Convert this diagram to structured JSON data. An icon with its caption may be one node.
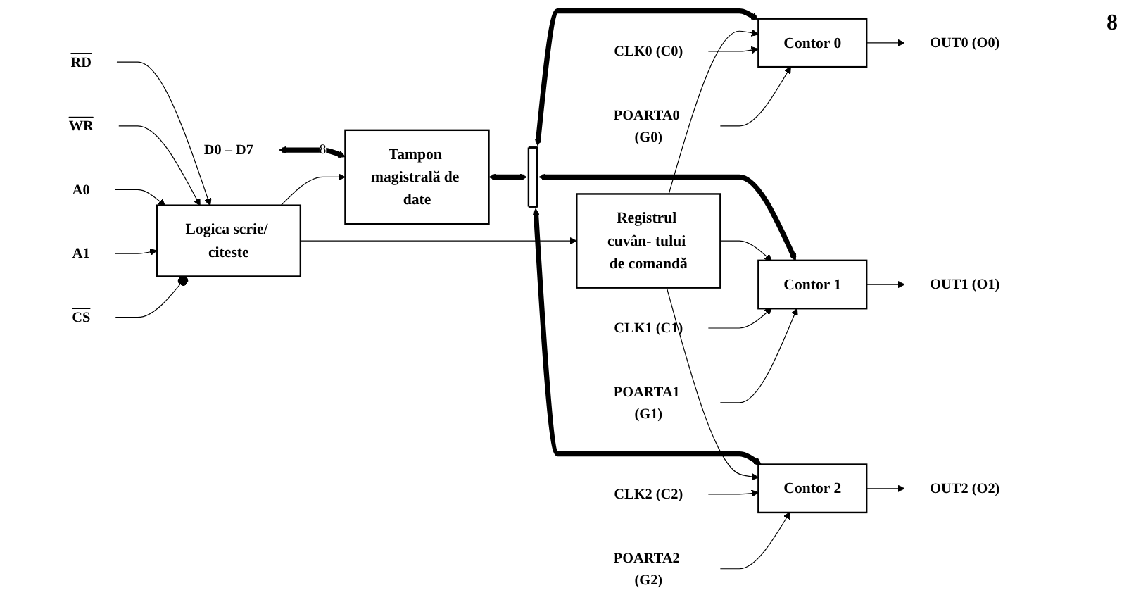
{
  "diagram": {
    "nodes": [
      {
        "text": [
          "D0 – D7"
        ]
      },
      {
        "text": [
          "Tampon magistrală de date"
        ]
      },
      {
        "text": [],
        "shape": "bar"
      },
      {
        "text": [
          "Contor 0"
        ]
      },
      {
        "text": [
          "CLK0 (C0)"
        ]
      },
      {
        "text": [
          "POARTA0 (G0)"
        ]
      },
      {
        "text": [
          "OUT0 (O0)"
        ]
      },
      {
        "text": [
          "RD"
        ]
      },
      {
        "text": [
          "WR"
        ]
      },
      {
        "text": [
          "A0"
        ]
      },
      {
        "text": [
          "A1"
        ]
      },
      {
        "text": [
          "Logica scrie/ citeste"
        ]
      },
      {
        "text": [
          "CS"
        ]
      },
      {
        "text": [
          "Registrul cuvân- tului de comandă"
        ]
      },
      {
        "text": [
          "Contor 1"
        ]
      },
      {
        "text": [
          "CLK1 (C1)"
        ]
      },
      {
        "text": [
          "POARTA1 (G1)"
        ]
      },
      {
        "text": [
          "OUT1 (O1)"
        ]
      },
      {
        "text": [
          "Contor 2"
        ]
      },
      {
        "text": [
          "CLK2 (C2)"
        ]
      },
      {
        "text": [
          "POARTA2 (G2)"
        ]
      },
      {
        "text": [
          "OUT2 (O2)"
        ]
      }
    ],
    "edges": [
      {
        "from": 0,
        "to": 1,
        "arrow": "both",
        "label": "8",
        "style": "thick"
      },
      {
        "from": 1,
        "to": 2,
        "arrow": "both",
        "style": "thick"
      },
      {
        "from": 11,
        "to": 1,
        "arrow": "to"
      },
      {
        "from": 7,
        "to": 11,
        "arrow": "to"
      },
      {
        "from": 8,
        "to": 11,
        "arrow": "to"
      },
      {
        "from": 9,
        "to": 11,
        "arrow": "to"
      },
      {
        "from": 10,
        "to": 11,
        "arrow": "to"
      },
      {
        "from": 12,
        "to": 11,
        "arrow": "other"
      },
      {
        "from": 11,
        "to": 13,
        "arrow": "to"
      },
      {
        "from": 2,
        "to": 3,
        "arrow": "both",
        "style": "thick"
      },
      {
        "from": 2,
        "to": 14,
        "arrow": "both",
        "style": "thick"
      },
      {
        "from": 2,
        "to": 18,
        "arrow": "both",
        "style": "thick"
      },
      {
        "from": 13,
        "to": 3,
        "arrow": "to"
      },
      {
        "from": 13,
        "to": 14,
        "arrow": "to"
      },
      {
        "from": 13,
        "to": 18,
        "arrow": "to"
      },
      {
        "from": 4,
        "to": 3,
        "arrow": "to"
      },
      {
        "from": 5,
        "to": 3,
        "arrow": "to"
      },
      {
        "from": 3,
        "to": 6,
        "arrow": "to"
      },
      {
        "from": 15,
        "to": 14,
        "arrow": "to"
      },
      {
        "from": 16,
        "to": 14,
        "arrow": "to"
      },
      {
        "from": 14,
        "to": 17,
        "arrow": "to"
      },
      {
        "from": 19,
        "to": 18,
        "arrow": "to"
      },
      {
        "from": 20,
        "to": 18,
        "arrow": "to"
      },
      {
        "from": 18,
        "to": 21,
        "arrow": "to"
      }
    ],
    "labels": [
      "8"
    ]
  }
}
